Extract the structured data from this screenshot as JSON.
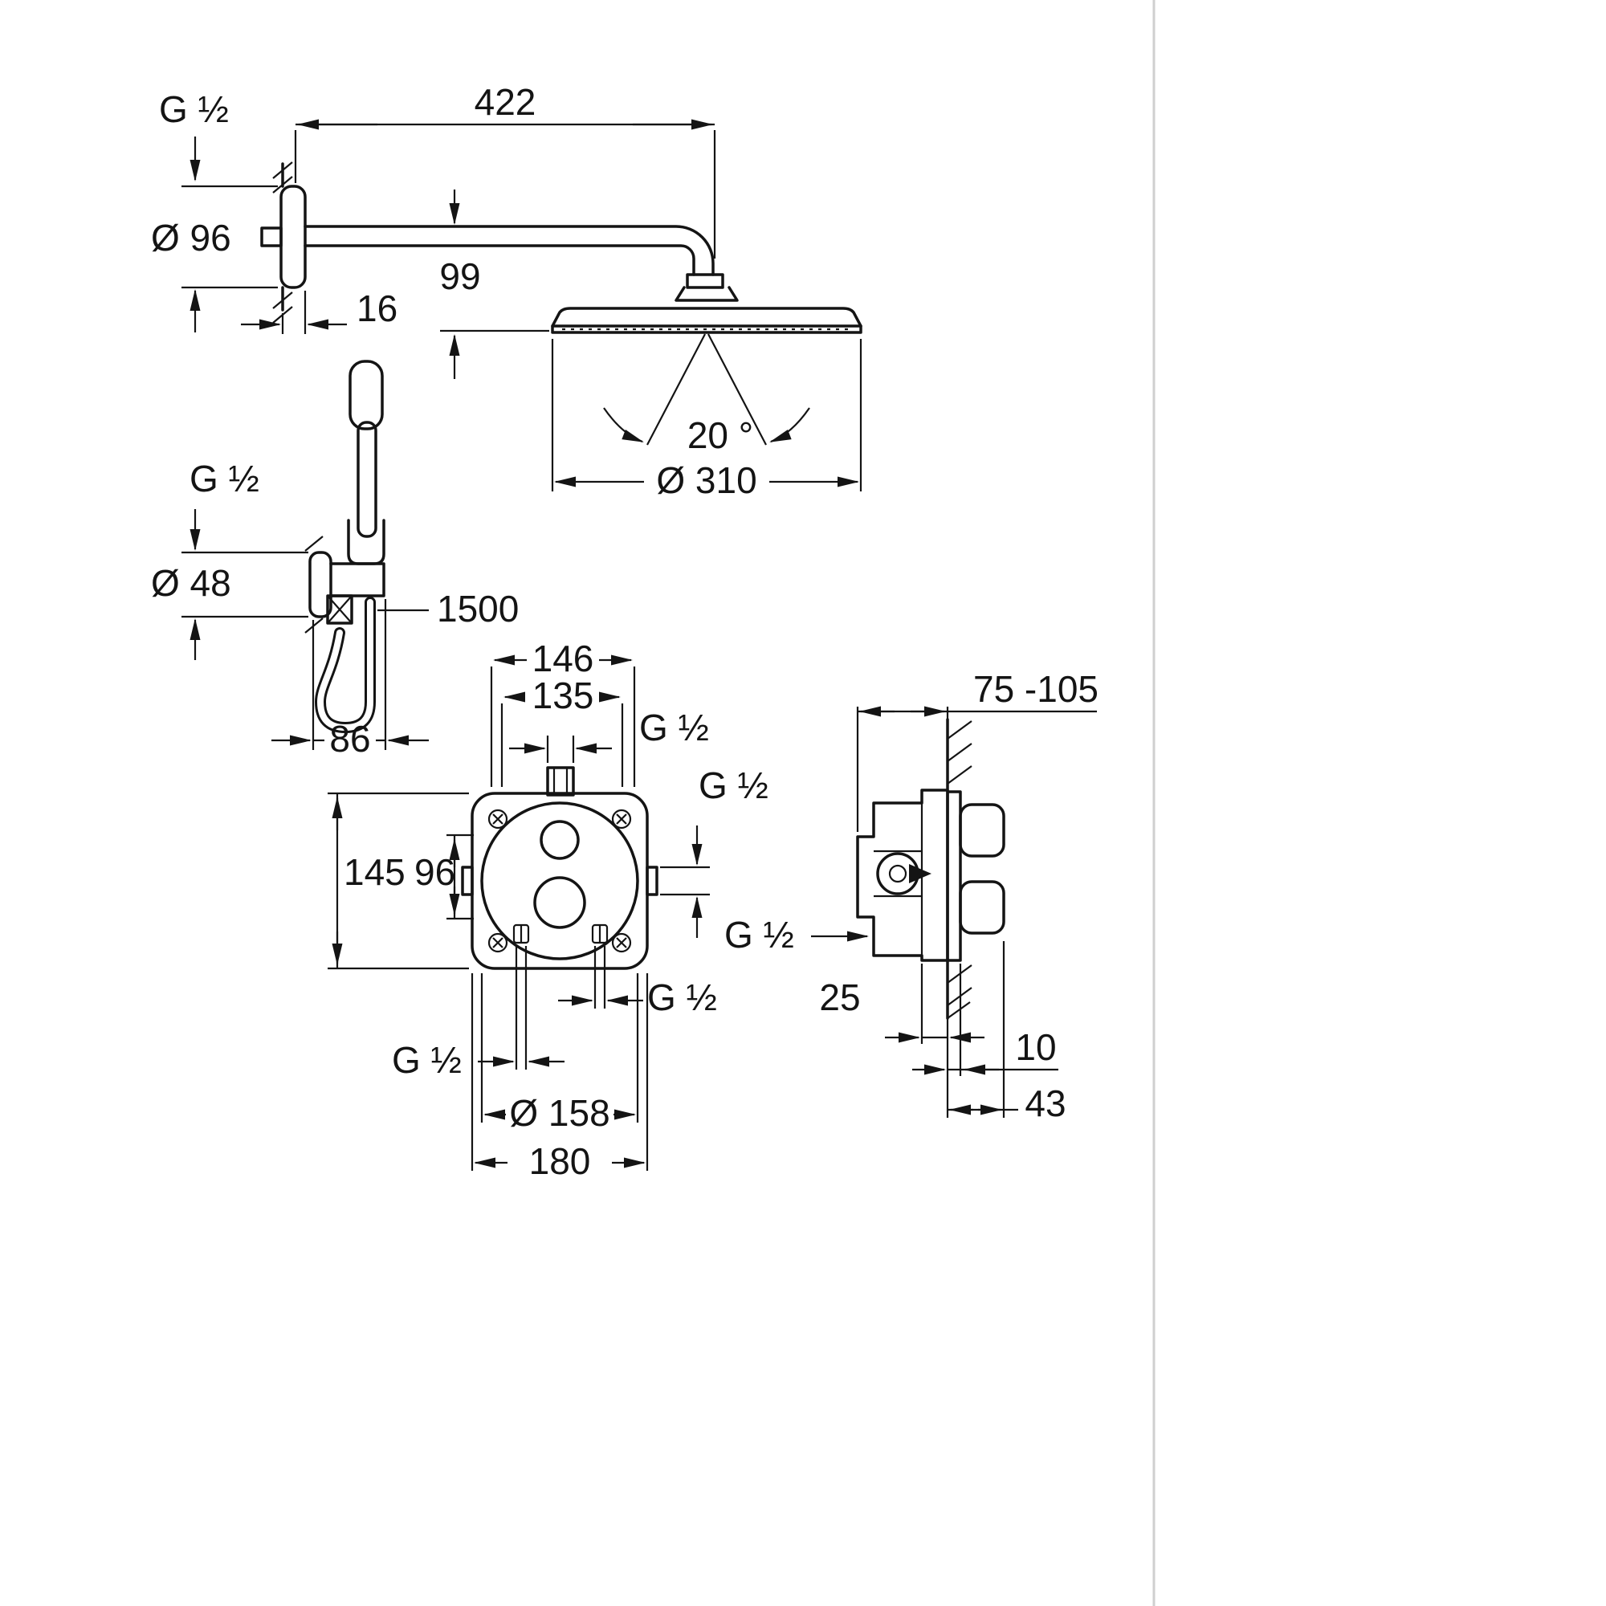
{
  "document": {
    "kind": "technical-dimension-drawing",
    "subject": "concealed thermostatic shower set with head shower, hand shower and rough-in mixer box"
  },
  "canvas": {
    "background": "#ffffff",
    "line_color": "#141414",
    "page_edge_color": "#cfcfcf"
  },
  "views": {
    "head_shower": {
      "thread": "G ½",
      "arm_length": "422",
      "flange_diameter": "Ø 96",
      "flange_depth": "16",
      "head_offset": "99",
      "spray_angle": "20 °",
      "head_diameter": "Ø 310"
    },
    "hand_shower": {
      "thread": "G ½",
      "holder_diameter": "Ø 48",
      "hose_length": "1500",
      "holder_depth": "86"
    },
    "mixer_front": {
      "fixing_width_outer": "146",
      "fixing_width_inner": "135",
      "top_port_thread": "G ½",
      "body_height": "145",
      "port_offset": "96",
      "side_port_thread": "G ½",
      "bottom_left_port_thread": "G ½",
      "bottom_right_port_thread": "G ½",
      "trim_diameter": "Ø 158",
      "body_width": "180"
    },
    "mixer_side": {
      "install_depth_range": "75 -105",
      "inlet_thread": "G ½",
      "rough_in_offset": "25",
      "plate_depth": "10",
      "trim_depth": "43"
    }
  }
}
